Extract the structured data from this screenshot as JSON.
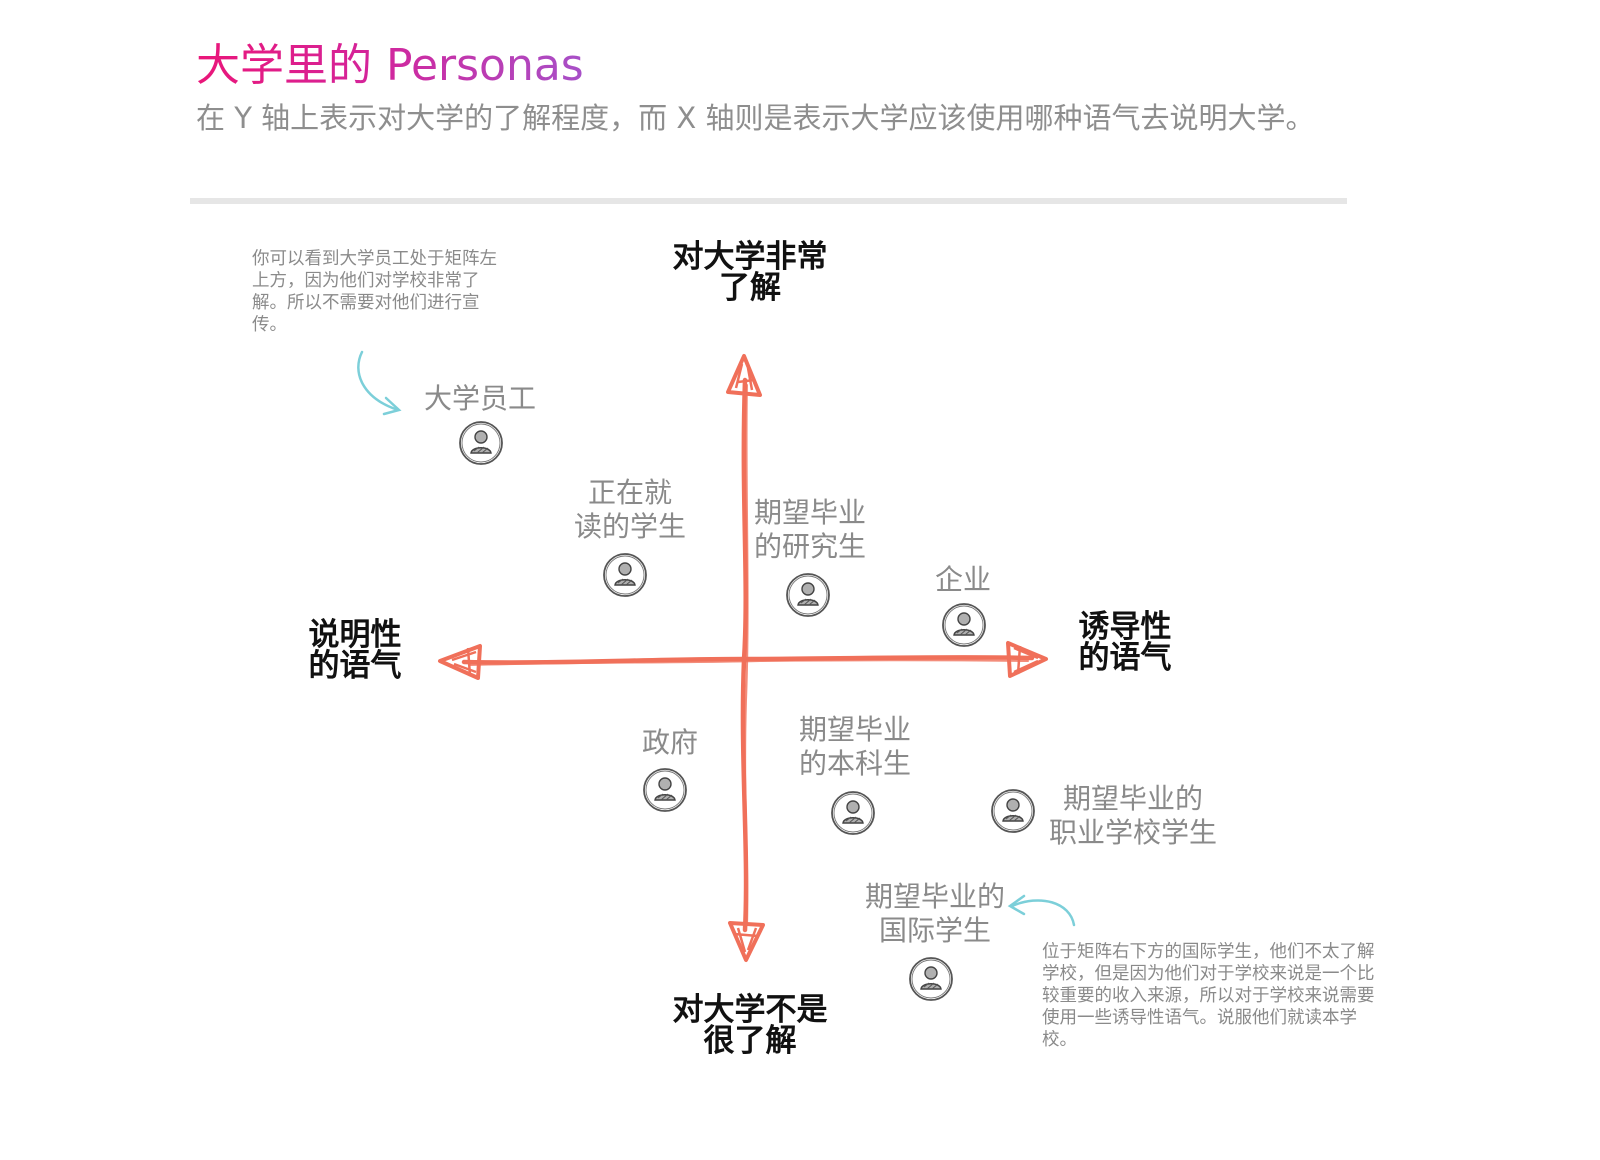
{
  "header": {
    "title": "大学里的 Personas",
    "subtitle": "在 Y 轴上表示对大学的了解程度，而 X 轴则是表示大学应该使用哪种语气去说明大学。"
  },
  "axes": {
    "top": [
      "对大学非常",
      "了解"
    ],
    "bottom": [
      "对大学不是",
      "很了解"
    ],
    "left": [
      "说明性",
      "的语气"
    ],
    "right": [
      "诱导性",
      "的语气"
    ]
  },
  "personas": [
    {
      "id": "staff",
      "lines": [
        "大学员工"
      ]
    },
    {
      "id": "current-students",
      "lines": [
        "正在就",
        "读的学生"
      ]
    },
    {
      "id": "graduate",
      "lines": [
        "期望毕业",
        "的研究生"
      ]
    },
    {
      "id": "enterprise",
      "lines": [
        "企业"
      ]
    },
    {
      "id": "government",
      "lines": [
        "政府"
      ]
    },
    {
      "id": "undergraduate",
      "lines": [
        "期望毕业",
        "的本科生"
      ]
    },
    {
      "id": "vocational",
      "lines": [
        "期望毕业的",
        "职业学校学生"
      ]
    },
    {
      "id": "international",
      "lines": [
        "期望毕业的",
        "国际学生"
      ]
    }
  ],
  "notes": {
    "top_left": "你可以看到大学员工处于矩阵左上方，因为他们对学校非常了解。所以不需要对他们进行宣传。",
    "bottom_right": "位于矩阵右下方的国际学生，他们不太了解学校，但是因为他们对于学校来说是一个比较重要的收入来源，所以对于学校来说需要使用一些诱导性语气。说服他们就读本学校。"
  },
  "colors": {
    "axis": "#f0705a",
    "note_arrow": "#7ccfd9",
    "title_gradient_start": "#ea1679",
    "title_gradient_end": "#a750c8",
    "label_gray": "#8a8a8a",
    "avatar_icon": "user-avatar-icon"
  }
}
